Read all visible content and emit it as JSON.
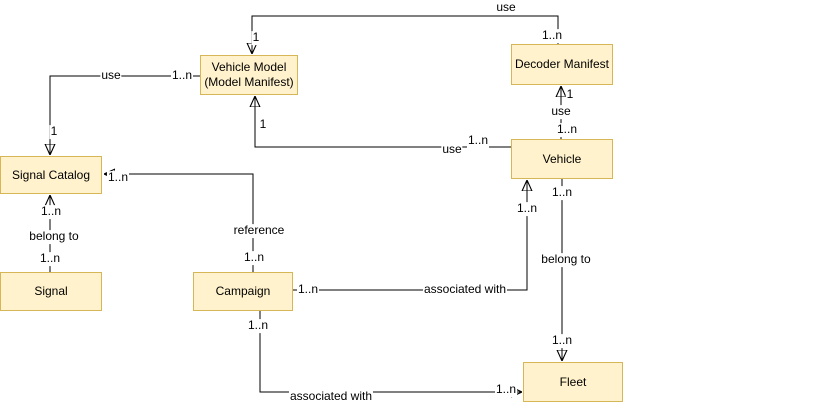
{
  "entities": {
    "signal_catalog": {
      "label": "Signal Catalog"
    },
    "vehicle_model": {
      "line1": "Vehicle Model",
      "line2": "(Model Manifest)"
    },
    "decoder_manifest": {
      "label": "Decoder Manifest"
    },
    "vehicle": {
      "label": "Vehicle"
    },
    "signal": {
      "label": "Signal"
    },
    "campaign": {
      "label": "Campaign"
    },
    "fleet": {
      "label": "Fleet"
    }
  },
  "connectors": {
    "model_uses_decoder": {
      "verb": "use",
      "mult_model": "1",
      "mult_decoder": "1..n"
    },
    "catalog_used_by_model": {
      "verb": "use",
      "mult_catalog": "1",
      "mult_model": "1..n"
    },
    "vehicle_uses_model": {
      "verb": "use",
      "mult_model": "1",
      "mult_vehicle": "1..n"
    },
    "vehicle_uses_decoder": {
      "verb": "use",
      "mult_decoder": "1",
      "mult_vehicle": "1..n"
    },
    "signal_belongs_to_catalog": {
      "verb": "belong to",
      "mult_catalog": "1..n",
      "mult_signal": "1..n"
    },
    "campaign_references_catalog": {
      "verb": "reference",
      "mult_catalog": "1..n",
      "mult_campaign": "1..n"
    },
    "campaign_associated_with_vehicle": {
      "verb": "associated with",
      "mult_campaign": "1..n",
      "mult_vehicle": "1..n"
    },
    "vehicle_belongs_to_fleet": {
      "verb": "belong to",
      "mult_vehicle": "1..n",
      "mult_fleet": "1..n"
    },
    "campaign_associated_with_fleet": {
      "verb": "associated with",
      "mult_campaign": "1..n",
      "mult_fleet": "1..n"
    }
  },
  "colors": {
    "entity_fill": "#FFF2CC",
    "entity_border": "#D6B656",
    "connector": "#000000",
    "text": "#000000",
    "background": "#FFFFFF"
  }
}
